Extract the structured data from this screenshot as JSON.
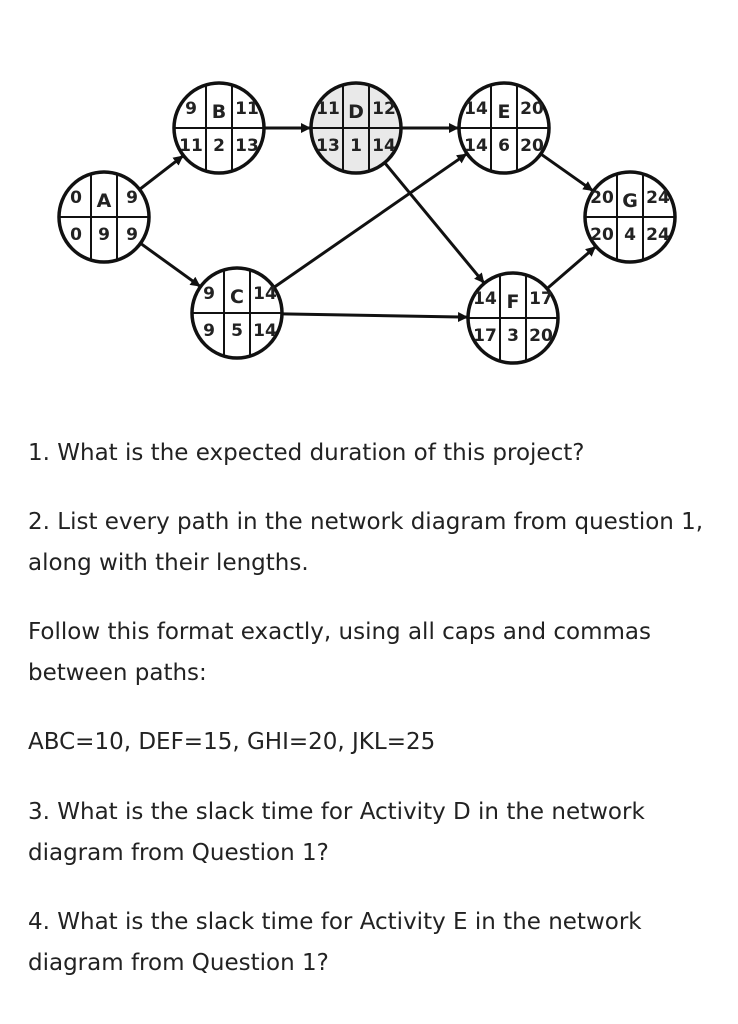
{
  "nodes": [
    {
      "id": "A",
      "es": "0",
      "name": "A",
      "ef": "9",
      "ls": "0",
      "dur": "9",
      "lf": "9"
    },
    {
      "id": "B",
      "es": "9",
      "name": "B",
      "ef": "11",
      "ls": "11",
      "dur": "2",
      "lf": "13"
    },
    {
      "id": "C",
      "es": "9",
      "name": "C",
      "ef": "14",
      "ls": "9",
      "dur": "5",
      "lf": "14"
    },
    {
      "id": "D",
      "es": "11",
      "name": "D",
      "ef": "12",
      "ls": "13",
      "dur": "1",
      "lf": "14"
    },
    {
      "id": "E",
      "es": "14",
      "name": "E",
      "ef": "20",
      "ls": "14",
      "dur": "6",
      "lf": "20"
    },
    {
      "id": "F",
      "es": "14",
      "name": "F",
      "ef": "17",
      "ls": "17",
      "dur": "3",
      "lf": "20"
    },
    {
      "id": "G",
      "es": "20",
      "name": "G",
      "ef": "24",
      "ls": "20",
      "dur": "4",
      "lf": "24"
    }
  ],
  "edges": [
    {
      "from": "A",
      "to": "B"
    },
    {
      "from": "A",
      "to": "C"
    },
    {
      "from": "B",
      "to": "D"
    },
    {
      "from": "D",
      "to": "E"
    },
    {
      "from": "D",
      "to": "F"
    },
    {
      "from": "C",
      "to": "E"
    },
    {
      "from": "C",
      "to": "F"
    },
    {
      "from": "E",
      "to": "G"
    },
    {
      "from": "F",
      "to": "G"
    }
  ],
  "questions": {
    "q1": "1. What is the expected duration of this project?",
    "q2": "2. List every path in the network diagram from question 1, along with their lengths.",
    "q2_format": "Follow this format exactly, using all caps and commas between paths:",
    "q2_example": "ABC=10, DEF=15, GHI=20, JKL=25",
    "q3": "3. What is the slack time for Activity D in the network diagram from Question 1?",
    "q4": "4. What is the slack time for Activity E in the network diagram from Question 1?"
  }
}
